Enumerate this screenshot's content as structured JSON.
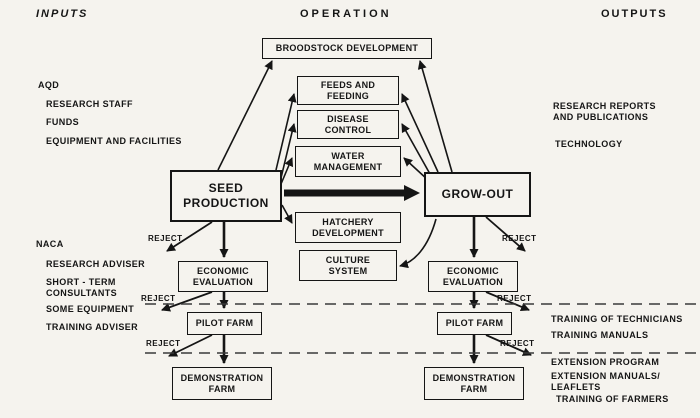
{
  "headers": {
    "inputs": "INPUTS",
    "operation": "OPERATION",
    "outputs": "OUTPUTS"
  },
  "inputs_column": {
    "aqd_label": "AQD",
    "aqd_items": [
      "RESEARCH STAFF",
      "FUNDS",
      "EQUIPMENT AND FACILITIES"
    ],
    "naca_label": "NACA",
    "naca_items": [
      "RESEARCH ADVISER",
      "SHORT - TERM\nCONSULTANTS",
      "SOME EQUIPMENT",
      "TRAINING ADVISER"
    ]
  },
  "outputs_column": {
    "items": [
      "RESEARCH REPORTS\nAND PUBLICATIONS",
      "TECHNOLOGY",
      "TRAINING OF TECHNICIANS",
      "TRAINING MANUALS",
      "EXTENSION PROGRAM",
      "EXTENSION MANUALS/\nLEAFLETS",
      "TRAINING OF FARMERS"
    ]
  },
  "boxes": {
    "broodstock": "BROODSTOCK DEVELOPMENT",
    "feeds": "FEEDS AND\nFEEDING",
    "disease": "DISEASE\nCONTROL",
    "water": "WATER\nMANAGEMENT",
    "seed": "SEED\nPRODUCTION",
    "growout": "GROW-OUT",
    "hatchery": "HATCHERY\nDEVELOPMENT",
    "culture": "CULTURE\nSYSTEM",
    "econ_left": "ECONOMIC\nEVALUATION",
    "econ_right": "ECONOMIC\nEVALUATION",
    "pilot_left": "PILOT FARM",
    "pilot_right": "PILOT FARM",
    "demo_left": "DEMONSTRATION\nFARM",
    "demo_right": "DEMONSTRATION\nFARM"
  },
  "labels": {
    "reject": "REJECT"
  },
  "colors": {
    "paper": "#f5f3ee",
    "ink": "#151515"
  }
}
